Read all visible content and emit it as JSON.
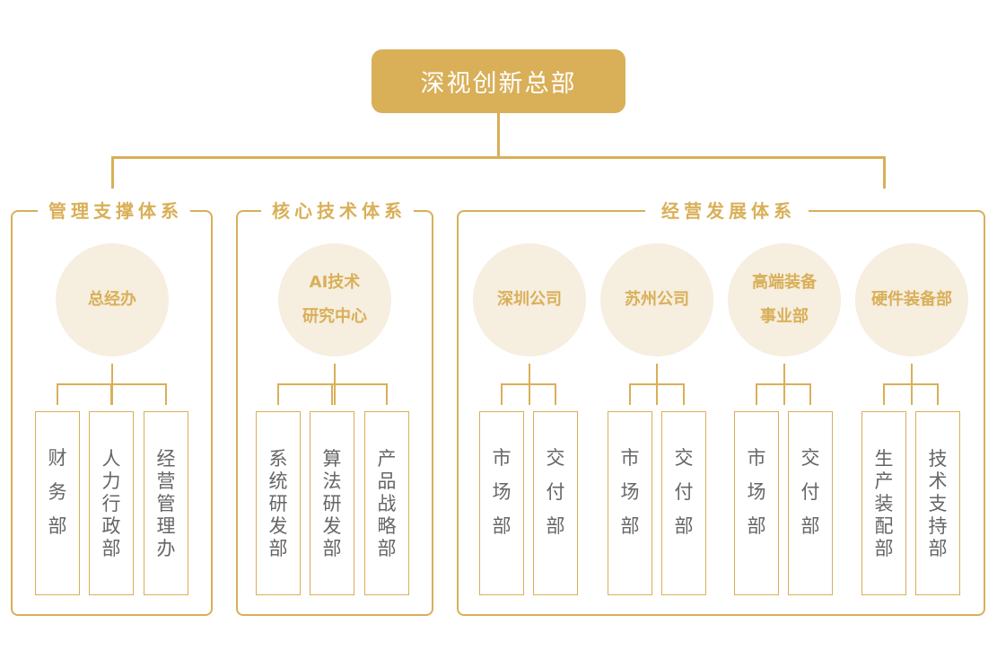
{
  "root": {
    "label": "深视创新总部"
  },
  "colors": {
    "accent": "#d9af58",
    "circle_bg": "#f6eedf",
    "dept_text": "#666666"
  },
  "sections": [
    {
      "title": "管理支撑体系",
      "units": [
        {
          "label_lines": [
            "总经办"
          ],
          "departments": [
            {
              "chars": [
                "财",
                "务",
                "部"
              ]
            },
            {
              "chars": [
                "人",
                "力",
                "行",
                "政",
                "部"
              ]
            },
            {
              "chars": [
                "经",
                "营",
                "管",
                "理",
                "办"
              ]
            }
          ]
        }
      ]
    },
    {
      "title": "核心技术体系",
      "units": [
        {
          "label_lines": [
            "AI技术",
            "研究中心"
          ],
          "departments": [
            {
              "chars": [
                "系",
                "统",
                "研",
                "发",
                "部"
              ]
            },
            {
              "chars": [
                "算",
                "法",
                "研",
                "发",
                "部"
              ]
            },
            {
              "chars": [
                "产",
                "品",
                "战",
                "略",
                "部"
              ]
            }
          ]
        }
      ]
    },
    {
      "title": "经营发展体系",
      "units": [
        {
          "label_lines": [
            "深圳公司"
          ],
          "departments": [
            {
              "chars": [
                "市",
                "场",
                "部"
              ]
            },
            {
              "chars": [
                "交",
                "付",
                "部"
              ]
            }
          ]
        },
        {
          "label_lines": [
            "苏州公司"
          ],
          "departments": [
            {
              "chars": [
                "市",
                "场",
                "部"
              ]
            },
            {
              "chars": [
                "交",
                "付",
                "部"
              ]
            }
          ]
        },
        {
          "label_lines": [
            "高端装备",
            "事业部"
          ],
          "departments": [
            {
              "chars": [
                "市",
                "场",
                "部"
              ]
            },
            {
              "chars": [
                "交",
                "付",
                "部"
              ]
            }
          ]
        },
        {
          "label_lines": [
            "硬件装备部"
          ],
          "departments": [
            {
              "chars": [
                "生",
                "产",
                "装",
                "配",
                "部"
              ]
            },
            {
              "chars": [
                "技",
                "术",
                "支",
                "持",
                "部"
              ]
            }
          ]
        }
      ]
    }
  ]
}
